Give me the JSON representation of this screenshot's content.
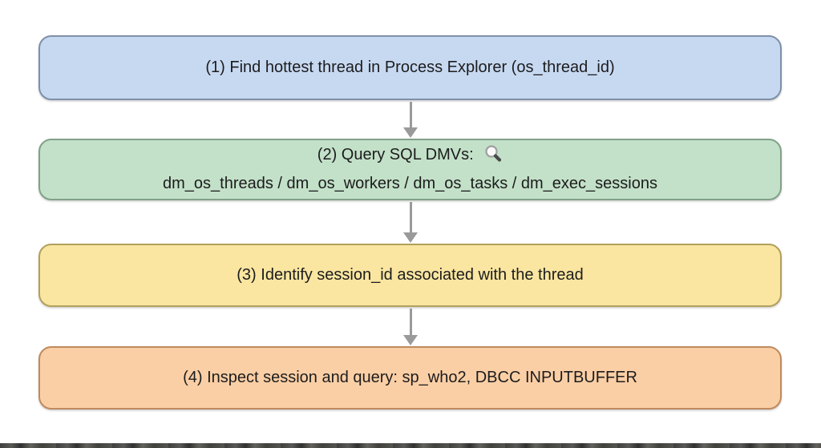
{
  "page": {
    "background_color": "#ffffff",
    "text_color": "#1c1c1e",
    "arrow_color": "#9a9a9a"
  },
  "diagram": {
    "type": "flowchart",
    "direction": "top-to-bottom",
    "steps": [
      {
        "id": 1,
        "line1": "(1) Find hottest thread in Process Explorer (os_thread_id)",
        "fill": "#c7d9f1",
        "border": "#7e90a9"
      },
      {
        "id": 2,
        "line1": "(2) Query SQL DMVs:",
        "icon": "magnifying-glass-icon",
        "line2": "dm_os_threads / dm_os_workers / dm_os_tasks / dm_exec_sessions",
        "fill": "#c3e1c8",
        "border": "#81a188"
      },
      {
        "id": 3,
        "line1": "(3) Identify session_id associated with the thread",
        "fill": "#fae6a0",
        "border": "#b1a05d"
      },
      {
        "id": 4,
        "line1": "(4) Inspect session and query: sp_who2, DBCC INPUTBUFFER",
        "fill": "#fbcfa5",
        "border": "#bf8a5f"
      }
    ],
    "connectors": [
      {
        "from": 1,
        "to": 2
      },
      {
        "from": 2,
        "to": 3
      },
      {
        "from": 3,
        "to": 4
      }
    ]
  }
}
